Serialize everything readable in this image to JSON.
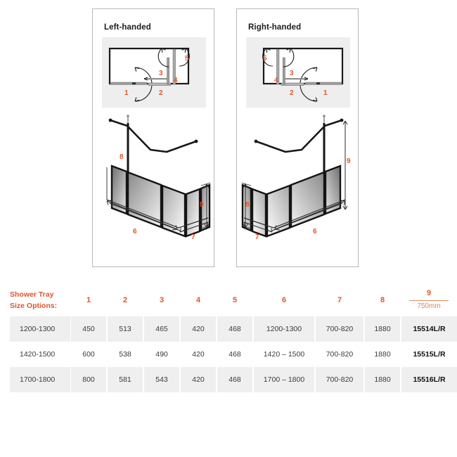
{
  "panels": [
    {
      "title": "Left-handed",
      "hand": "left",
      "callouts": [
        "1",
        "2",
        "3",
        "4",
        "5",
        "6",
        "7",
        "8",
        "9"
      ]
    },
    {
      "title": "Right-handed",
      "hand": "right",
      "callouts": [
        "1",
        "2",
        "3",
        "4",
        "5",
        "6",
        "7",
        "8",
        "9"
      ]
    }
  ],
  "table": {
    "row_label_line1": "Shower Tray",
    "row_label_line2": "Size Options:",
    "headers": [
      "1",
      "2",
      "3",
      "4",
      "5",
      "6",
      "7",
      "8"
    ],
    "fraction_header": {
      "numerator": "9",
      "denominator": "750mm"
    },
    "rows": [
      {
        "size": "1200-1300",
        "values": [
          "450",
          "513",
          "465",
          "420",
          "468",
          "1200-1300",
          "700-820",
          "1880"
        ],
        "code": "15514L/R"
      },
      {
        "size": "1420-1500",
        "values": [
          "600",
          "538",
          "490",
          "420",
          "468",
          "1420 – 1500",
          "700-820",
          "1880"
        ],
        "code": "15515L/R"
      },
      {
        "size": "1700-1800",
        "values": [
          "800",
          "581",
          "543",
          "420",
          "468",
          "1700 – 1800",
          "700-820",
          "1880"
        ],
        "code": "15516L/R"
      }
    ]
  },
  "colors": {
    "accent": "#de552c",
    "accent_light": "#e0855c",
    "row_shade": "#efefef",
    "panel_border": "#b9b9b9",
    "plan_bg": "#eeeeee",
    "ink": "#111111"
  }
}
